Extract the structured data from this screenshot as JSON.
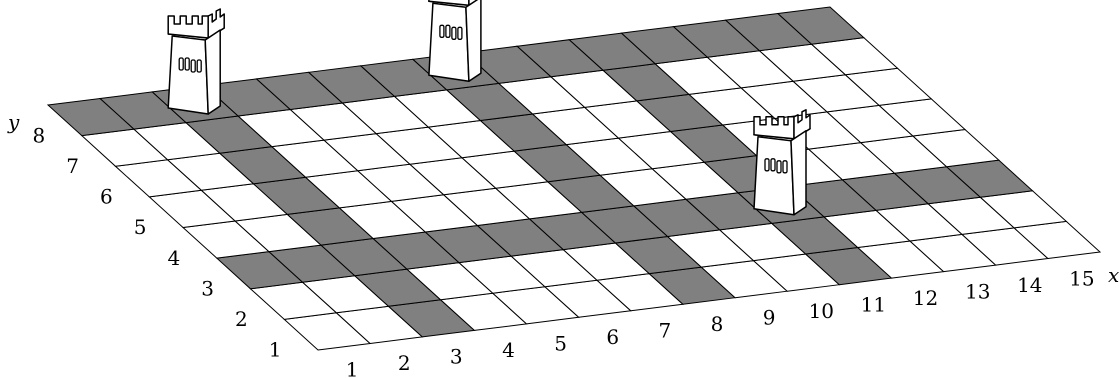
{
  "board": {
    "columns": 15,
    "rows": 8,
    "x_axis_label": "x",
    "y_axis_label": "y",
    "x_ticks": [
      "1",
      "2",
      "3",
      "4",
      "5",
      "6",
      "7",
      "8",
      "9",
      "10",
      "11",
      "12",
      "13",
      "14",
      "15"
    ],
    "y_ticks": [
      "1",
      "2",
      "3",
      "4",
      "5",
      "6",
      "7",
      "8"
    ],
    "rooks": [
      {
        "x": 3,
        "y": 8
      },
      {
        "x": 8,
        "y": 8
      },
      {
        "x": 11,
        "y": 3
      }
    ],
    "colors": {
      "attacked": "#808080",
      "free": "#ffffff",
      "grid": "#000000"
    }
  }
}
